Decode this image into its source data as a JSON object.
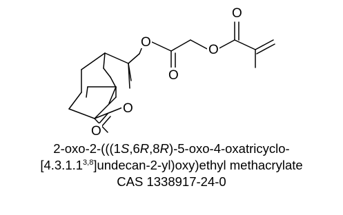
{
  "molecule": {
    "atoms": {
      "o_ester_link": "O",
      "o_carbonyl_1": "O",
      "o_ester_2": "O",
      "o_carbonyl_2": "O",
      "o_lactone_ring": "O",
      "o_lactone_carbonyl": "O"
    }
  },
  "caption": {
    "name_a": "2-oxo-2-(((1",
    "s1": "S",
    "c1": ",6",
    "s2": "R",
    "c2": ",8",
    "s3": "R",
    "name_b": ")-5-oxo-4-oxatricyclo-",
    "line2_a": "[4.3.1.1",
    "line2_sup": "3,8",
    "line2_b": "]undecan-2-yl)oxy)ethyl methacrylate",
    "cas": "CAS 1338917-24-0"
  }
}
